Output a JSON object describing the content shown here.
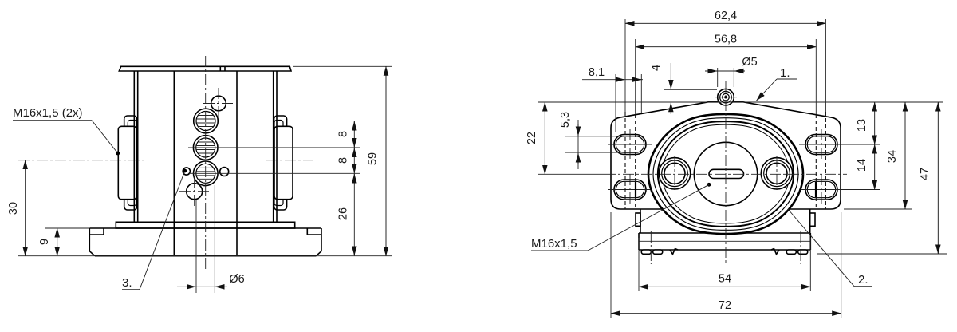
{
  "front_view": {
    "labels": {
      "thread": "M16x1,5 (2x)",
      "item3": "3.",
      "dia_bottom": "Ø6"
    },
    "dims": {
      "center_height": "30",
      "flange_height": "9",
      "port_gap_top": "8",
      "port_gap_bottom": "8",
      "body_height": "59",
      "bottom_port_height": "26"
    }
  },
  "side_view": {
    "labels": {
      "thread": "M16x1,5",
      "item1": "1.",
      "item2": "2.",
      "dia_top": "Ø5"
    },
    "dims": {
      "hole_span": "62,4",
      "inner_span": "56,8",
      "edge_offset": "8,1",
      "nipple_height": "4",
      "center_offset": "22",
      "slot_width": "5,3",
      "top_to_hole": "13",
      "hole_to_hole": "14",
      "flange_depth": "34",
      "total_height": "47",
      "base_width": "54",
      "flange_width": "72"
    }
  },
  "colors": {
    "line": "#1a1a1a",
    "background": "#ffffff"
  }
}
